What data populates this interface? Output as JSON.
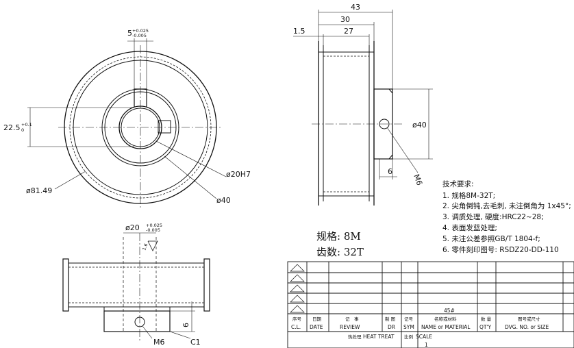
{
  "front_view": {
    "outer_diameter": "ø81.49",
    "hub_diameter": "ø40",
    "bore_diameter": "ø20H7",
    "keyway_width": "5",
    "keyway_tol_upper": "+0.025",
    "keyway_tol_lower": "-0.005",
    "keyway_depth": "22.5",
    "keyway_depth_tol_upper": "+0.1",
    "keyway_depth_tol_lower": "0"
  },
  "side_view": {
    "overall_width": "43",
    "flange_to_flange": "30",
    "tooth_width": "27",
    "flange_thickness": "1.5",
    "hub_diameter": "ø40",
    "setscrew_offset": "6",
    "setscrew_thread": "M6"
  },
  "section_view": {
    "bore": "ø20",
    "bore_tol_upper": "+0.025",
    "bore_tol_lower": "-0.005",
    "roughness": "1.6",
    "setscrew_thread": "M6",
    "chamfer": "C1",
    "hub_offset": "6"
  },
  "spec": {
    "pitch_line": "规格: 8M",
    "teeth_line": "齿数: 32T"
  },
  "tech_requirements": {
    "title": "技术要求:",
    "items": [
      "1. 规格8M-32T;",
      "2. 尖角倒钝,去毛刺, 未注倒角为 1x45°;",
      "3. 调质处理, 硬度:HRC22~28;",
      "4. 表面发蓝处理;",
      "5. 未注公差参照GB/T 1804-f;",
      "6. 零件刻印图号: RSDZ20-DD-110"
    ]
  },
  "title_block": {
    "material_value": "45#",
    "col_cl_cn": "序号",
    "col_cl": "C.L.",
    "col_date_cn": "日期",
    "col_date": "DATE",
    "col_review_cn": "记　事",
    "col_review": "REVIEW",
    "col_dr_cn": "制 图",
    "col_dr": "DR",
    "col_sym_cn": "记号",
    "col_sym": "SYM",
    "col_material_cn": "名称或材料",
    "col_material": "NAME or MATERIAL",
    "col_qty_cn": "数 量",
    "col_qty": "QT'Y",
    "col_dwg_cn": "图号或尺寸",
    "col_dwg": "DVG. NO. or SIZE",
    "heat_treat_cn": "热处理",
    "heat_treat": "HEAT TREAT",
    "scale_cn": "比例",
    "scale": "SCALE",
    "scale_value": "1"
  }
}
